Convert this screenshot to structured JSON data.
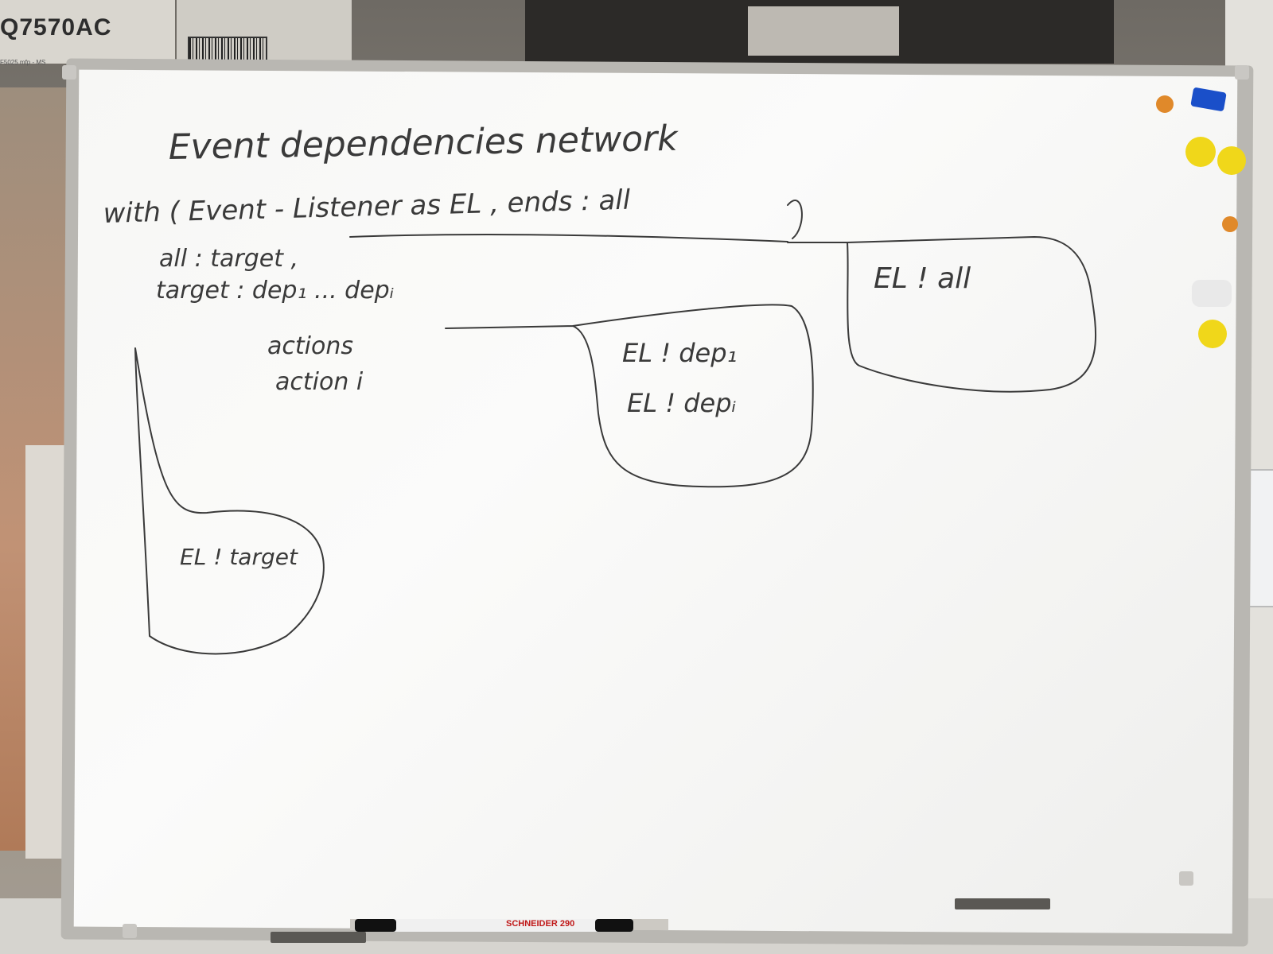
{
  "background": {
    "box_label": "Q7570AC",
    "box_small_text": "F5025 mfp - MS"
  },
  "whiteboard": {
    "title": "Event dependencies network",
    "with_line": "with ( Event - Listener as EL ,   ends : all",
    "all_line": "all : target ,",
    "target_line": "target :   dep₁ ... depᵢ",
    "actions_line_1": "actions",
    "actions_line_2": "action i",
    "bubble_all": "EL ! all",
    "bubble_dep1": "EL ! dep₁",
    "bubble_depi": "EL ! depᵢ",
    "bubble_target": "EL ! target",
    "marker_brand": "SCHNEIDER 290"
  },
  "colors": {
    "ink": "#3a3a3a",
    "board": "#f8f8f6",
    "magnet_yellow": "#f2d81a",
    "magnet_orange": "#e48a1a",
    "magnet_blue": "#1a4fc9"
  }
}
